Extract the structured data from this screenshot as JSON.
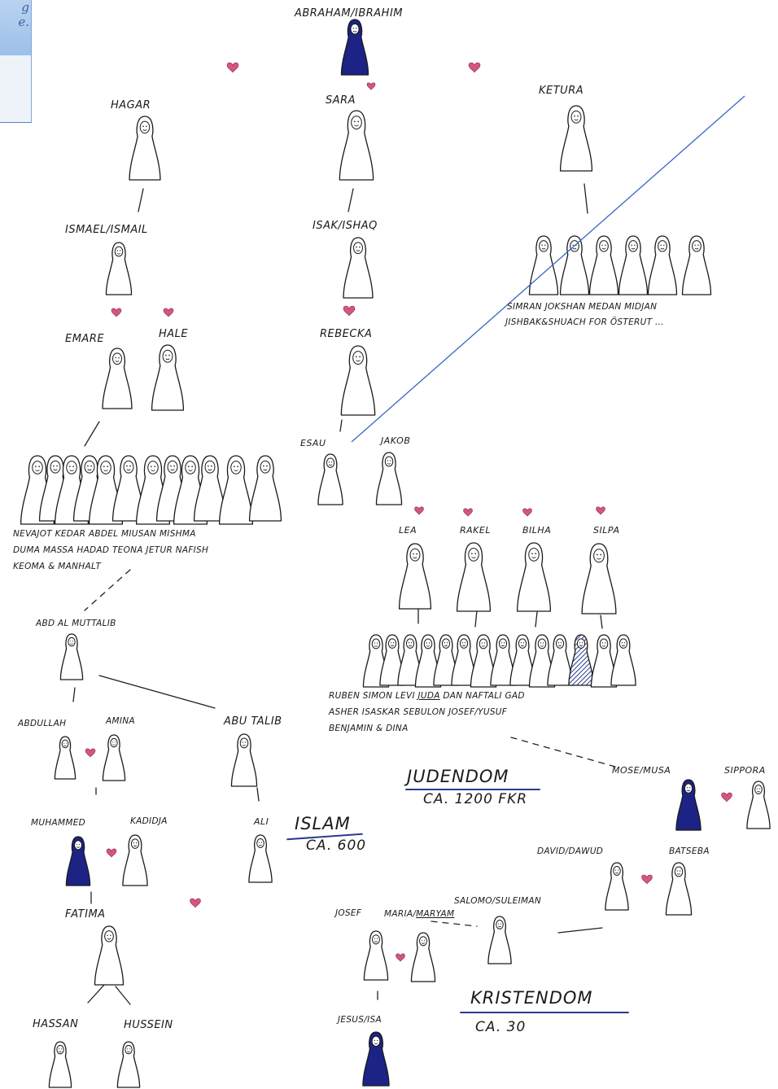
{
  "colors": {
    "ink": "#1a1a1a",
    "heart": "#d4587c",
    "robe_blue": "#1c2385",
    "line_blue": "#3a66c4",
    "underline_blue": "#2a3b8f"
  },
  "note": {
    "line1": "g",
    "line2": "e."
  },
  "labels": {
    "abraham": "ABRAHAM/IBRAHIM",
    "hagar": "HAGAR",
    "sara": "SARA",
    "ketura": "KETURA",
    "ismael": "ISMAEL/ISMAIL",
    "isak": "ISAK/ISHAQ",
    "ketura_sons_line1": "SIMRAN JOKSHAN MEDAN MIDJAN",
    "ketura_sons_line2": "JISHBAK&SHUACH FOR ÖSTERUT ...",
    "emare": "EMARE",
    "hale": "HALE",
    "rebecka": "REBECKA",
    "esau": "ESAU",
    "jakob": "JAKOB",
    "ismael_sons_line1": "NEVAJOT KEDAR ABDEL MIUSAN MISHMA",
    "ismael_sons_line2": "DUMA MASSA HADAD TEONA JETUR NAFISH",
    "ismael_sons_line3": "KEOMA & MANHALT",
    "lea": "LEA",
    "rakel": "RAKEL",
    "bilha": "BILHA",
    "silpa": "SILPA",
    "abd_al_muttalib": "ABD AL MUTTALIB",
    "jakob_sons_line1_a": "RUBEN SIMON LEVI ",
    "jakob_sons_line1_juda": "JUDA",
    "jakob_sons_line1_b": " DAN NAFTALI GAD",
    "jakob_sons_line2": "ASHER ISASKAR SEBULON JOSEF/YUSUF",
    "jakob_sons_line3": "BENJAMIN & DINA",
    "abdullah": "ABDULLAH",
    "amina": "AMINA",
    "abu_talib": "ABU TALIB",
    "mose": "MOSE/MUSA",
    "sippora": "SIPPORA",
    "judendom_title": "JUDENDOM",
    "judendom_date": "CA. 1200 FKR",
    "muhammed": "MUHAMMED",
    "kadidja": "KADIDJA",
    "ali": "ALI",
    "islam_title": "ISLAM",
    "islam_date": "CA. 600",
    "david": "DAVID/DAWUD",
    "batseba": "BATSEBA",
    "fatima": "FATIMA",
    "josef": "JOSEF",
    "maria_a": "MARIA/",
    "maria_b": "MARYAM",
    "salomo": "SALOMO/SULEIMAN",
    "kristendom_title": "KRISTENDOM",
    "kristendom_date": "CA. 30",
    "jesus": "JESUS/ISA",
    "hassan": "HASSAN",
    "hussein": "HUSSEIN"
  }
}
